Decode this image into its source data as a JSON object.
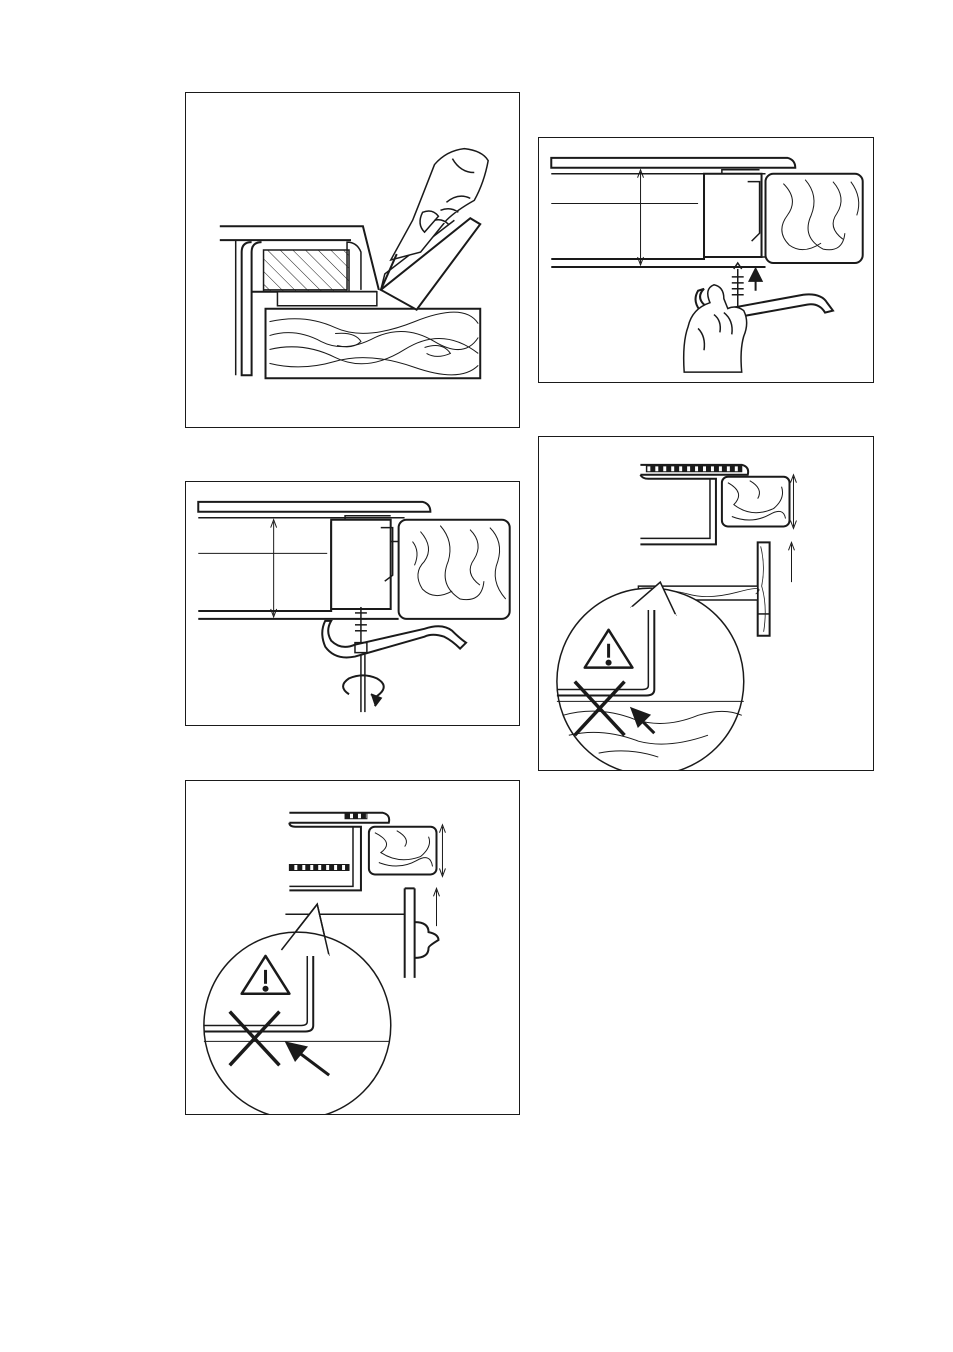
{
  "page": {
    "title": "",
    "footer_text": ""
  },
  "figures": [
    {
      "id": "fig-cut-seal",
      "caption": "",
      "icons": [
        "hand-icon",
        "knife-icon",
        "wood-grain-icon"
      ]
    },
    {
      "id": "fig-tighten-bracket",
      "caption": "",
      "icons": [
        "rotate-arrow-icon",
        "screwdriver-icon",
        "wood-grain-icon"
      ]
    },
    {
      "id": "fig-panel-gap",
      "caption": "",
      "icons": [
        "warning-triangle-icon",
        "cross-icon",
        "arrow-icon"
      ]
    },
    {
      "id": "fig-insert-bracket",
      "caption": "",
      "icons": [
        "hand-icon",
        "up-arrow-icon",
        "wood-grain-icon"
      ]
    },
    {
      "id": "fig-shelf-gap",
      "caption": "",
      "icons": [
        "warning-triangle-icon",
        "cross-icon",
        "arrow-icon",
        "wood-grain-icon"
      ]
    }
  ],
  "colors": {
    "line": "#1a1a1a",
    "background": "#ffffff",
    "hatch_gray": "#9a9a9a"
  }
}
